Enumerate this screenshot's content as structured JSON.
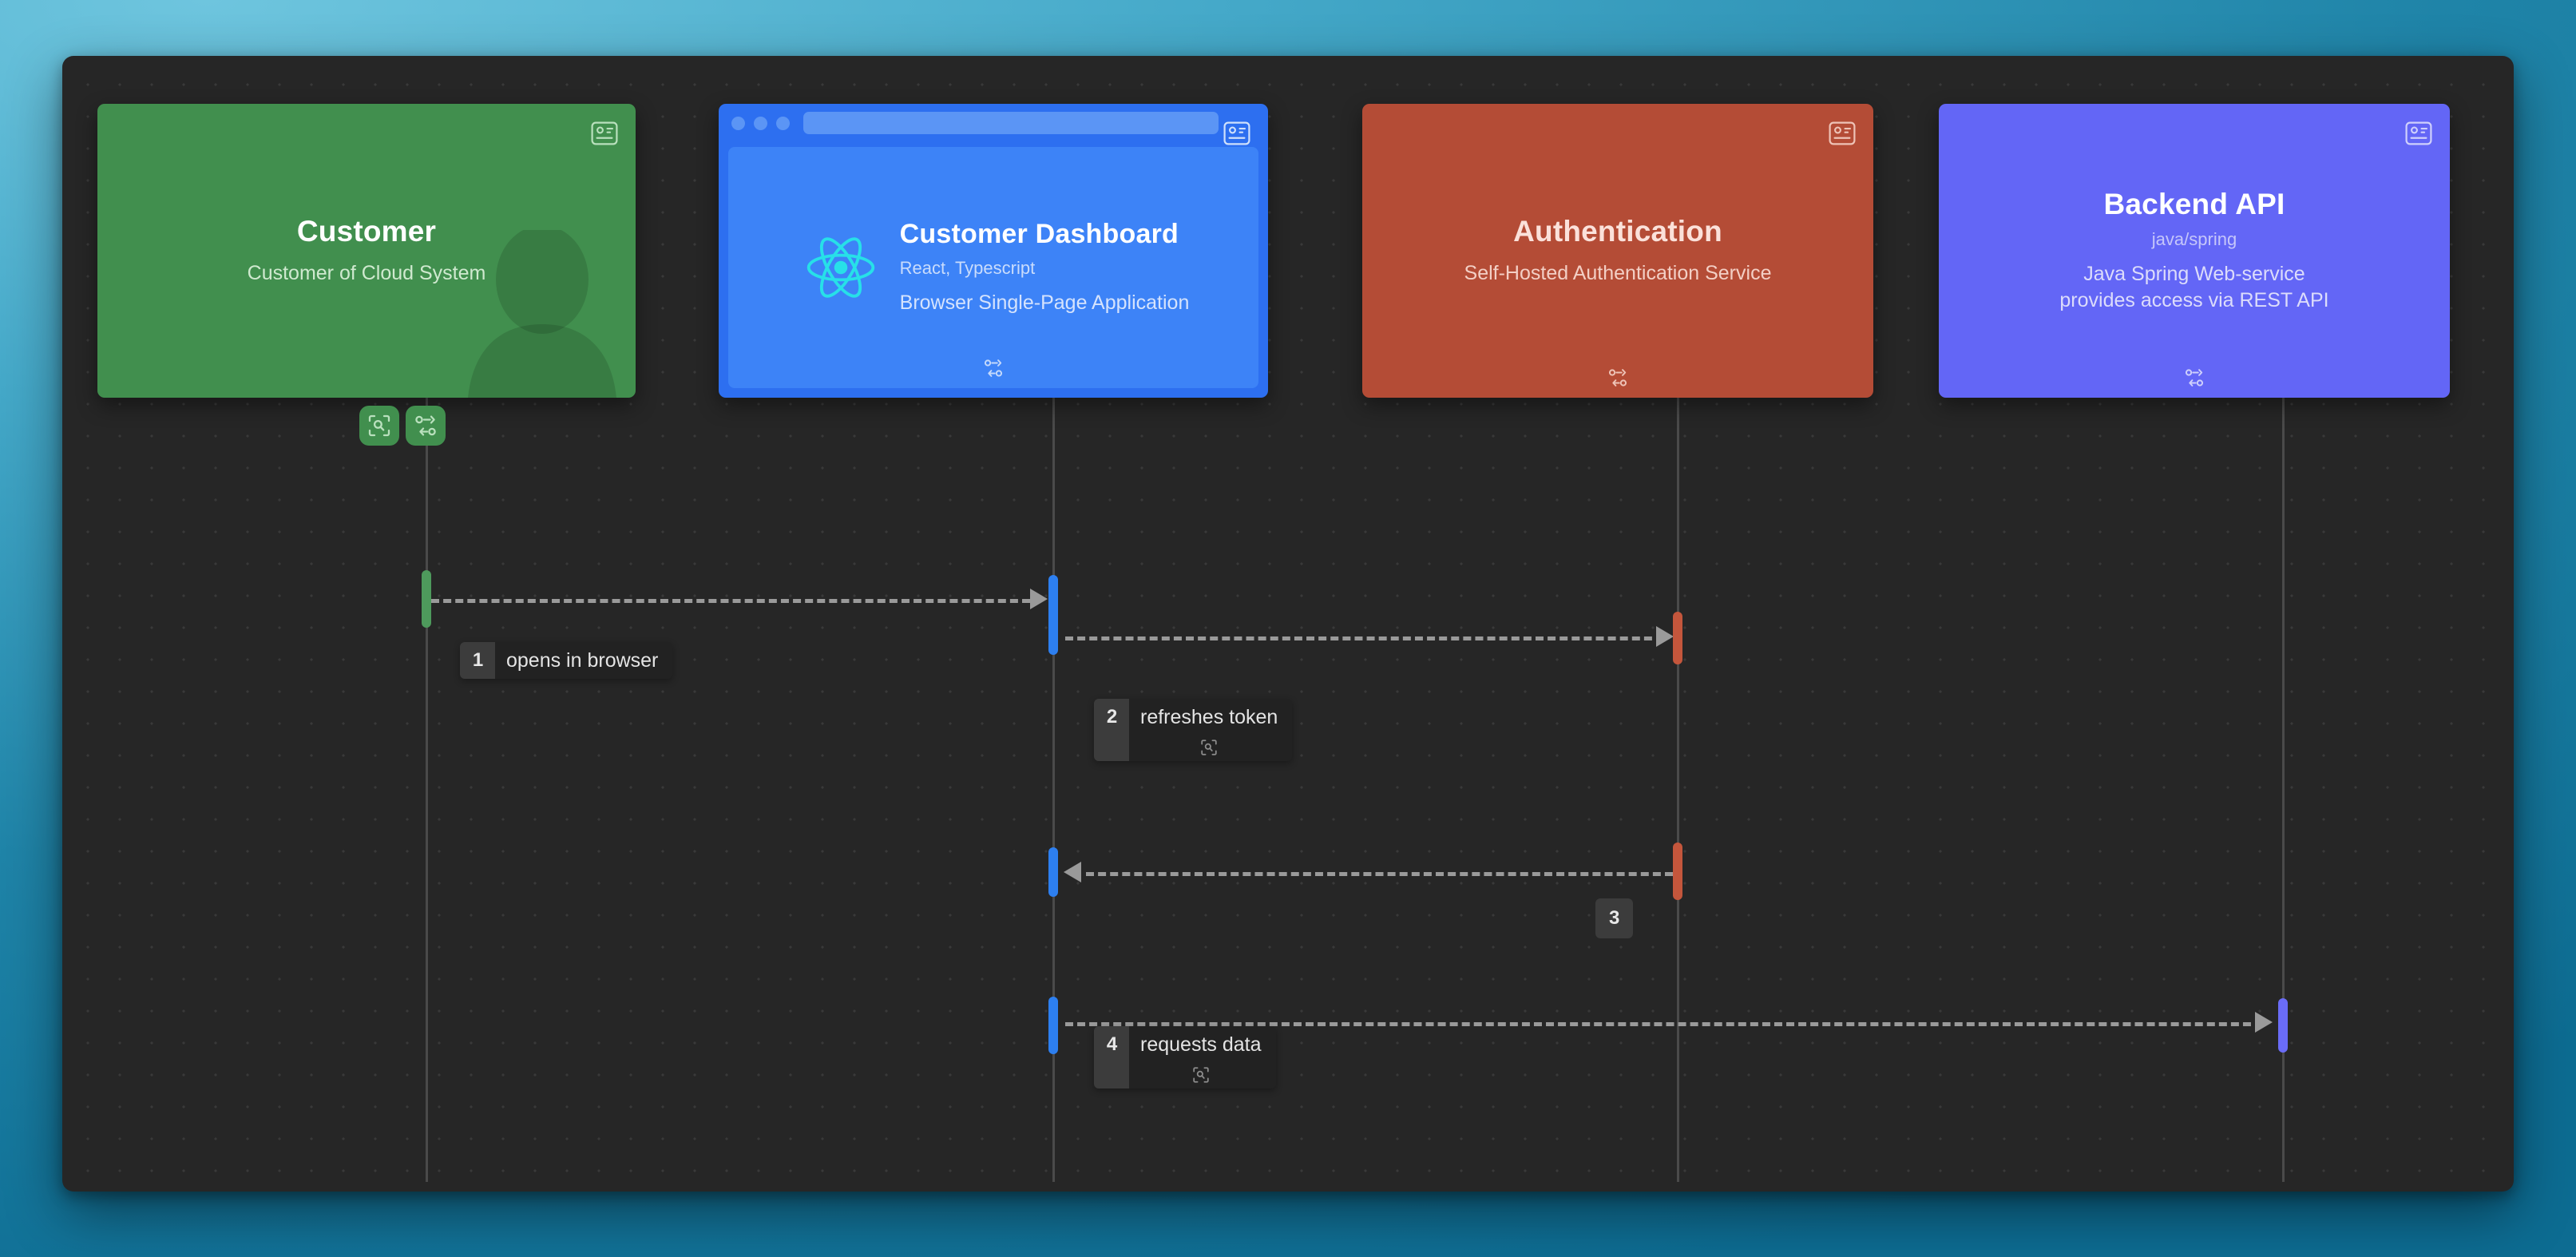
{
  "diagram": {
    "type": "uml-sequence-diagram",
    "canvas_bg": "#262626",
    "page_bg_accent": "#2f93b8"
  },
  "participants": [
    {
      "id": "customer",
      "name": "Customer",
      "technology": "",
      "description": "Customer of Cloud System",
      "color": "#418f4e",
      "title_color": "#ffffff",
      "desc_color": "#cfe9cf",
      "style": "person",
      "badge_icon": "id-card-icon",
      "lifeline_color": "#4a4a4a",
      "actions": [
        {
          "icon": "scan-zoom-icon",
          "name": "zoom-to-element-button"
        },
        {
          "icon": "swap-arrows-icon",
          "name": "swap-element-button"
        }
      ]
    },
    {
      "id": "customer-dashboard",
      "name": "Customer Dashboard",
      "technology": "React, Typescript",
      "description": "Browser Single-Page Application",
      "color": "#2d6ff0",
      "body_color": "#3d83f7",
      "title_color": "#ffffff",
      "desc_color": "#d5e3fd",
      "style": "browser",
      "badge_icon": "id-card-icon",
      "bottom_icon": "swap-arrows-icon",
      "logo_icon": "react-logo-icon",
      "lifeline_color": "#4a4a4a"
    },
    {
      "id": "authentication",
      "name": "Authentication",
      "technology": "",
      "description": "Self-Hosted Authentication Service",
      "color": "#b44c36",
      "title_color": "#fbe1da",
      "desc_color": "#f3cfc5",
      "style": "plain",
      "badge_icon": "id-card-icon",
      "bottom_icon": "swap-arrows-icon",
      "lifeline_color": "#4a4a4a"
    },
    {
      "id": "backend-api",
      "name": "Backend API",
      "technology": "java/spring",
      "description": "Java Spring Web-service\nprovides access via REST API",
      "description_line1": "Java Spring Web-service",
      "description_line2": "provides access via REST API",
      "color": "#6366f6",
      "title_color": "#ffffff",
      "desc_color": "#dcdcfb",
      "style": "plain",
      "badge_icon": "id-card-icon",
      "bottom_icon": "swap-arrows-icon",
      "lifeline_color": "#4a4a4a"
    }
  ],
  "messages": [
    {
      "number": "1",
      "text": "opens in browser",
      "from": "customer",
      "to": "customer-dashboard",
      "direction": "right",
      "style": "dashed",
      "has_icon": false,
      "icon": ""
    },
    {
      "number": "2",
      "text": "refreshes token",
      "from": "customer-dashboard",
      "to": "authentication",
      "direction": "right",
      "style": "dashed",
      "has_icon": true,
      "icon": "scan-zoom-icon"
    },
    {
      "number": "3",
      "text": "",
      "from": "authentication",
      "to": "customer-dashboard",
      "direction": "left",
      "style": "dashed",
      "has_icon": false,
      "icon": ""
    },
    {
      "number": "4",
      "text": "requests data",
      "from": "customer-dashboard",
      "to": "backend-api",
      "direction": "right",
      "style": "dashed",
      "has_icon": true,
      "icon": "scan-zoom-icon"
    }
  ],
  "activations": [
    {
      "participant": "customer",
      "color": "#4e9a5c"
    },
    {
      "participant": "customer-dashboard",
      "color": "#2d7ff0"
    },
    {
      "participant": "authentication",
      "color": "#c4563c"
    },
    {
      "participant": "backend-api",
      "color": "#6a6cf7"
    }
  ]
}
